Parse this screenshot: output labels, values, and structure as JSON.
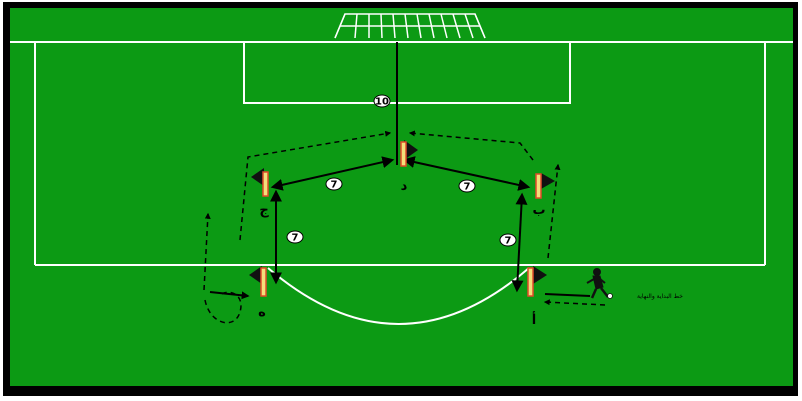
{
  "colors": {
    "pitch": "#0c9a14",
    "frame": "#000000",
    "lines": "#ffffff",
    "cone_red": "#e24a2a",
    "cone_yellow": "#f3df7a",
    "flag": "#111111"
  },
  "distances": {
    "shot": "10",
    "left_diagonal": "7",
    "right_diagonal": "7",
    "left_vertical": "7",
    "right_vertical": "7"
  },
  "cone_labels": {
    "center": "د",
    "left": "ج",
    "right": "ب",
    "bottom_left": "ه",
    "bottom_right": "أ"
  },
  "caption": "خط البداية والنهاية"
}
